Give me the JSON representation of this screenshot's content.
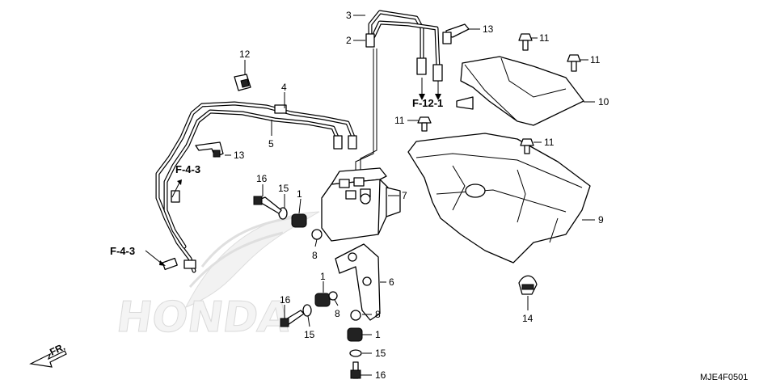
{
  "watermark": "HONDA",
  "diagram_code": "MJE4F0501",
  "front_label": "FR.",
  "refs": {
    "f123_top": "F-12-1",
    "f43_mid": "F-4-3",
    "f43_left": "F-4-3"
  },
  "callouts": {
    "c1a": "1",
    "c1b": "1",
    "c1c": "1",
    "c2": "2",
    "c3": "3",
    "c4": "4",
    "c5": "5",
    "c6": "6",
    "c7": "7",
    "c8a": "8",
    "c8b": "8",
    "c8c": "8",
    "c9": "9",
    "c10": "10",
    "c11a": "11",
    "c11b": "11",
    "c11c": "11",
    "c11d": "11",
    "c12": "12",
    "c13a": "13",
    "c13b": "13",
    "c14": "14",
    "c15a": "15",
    "c15b": "15",
    "c15c": "15",
    "c16a": "16",
    "c16b": "16",
    "c16c": "16"
  }
}
